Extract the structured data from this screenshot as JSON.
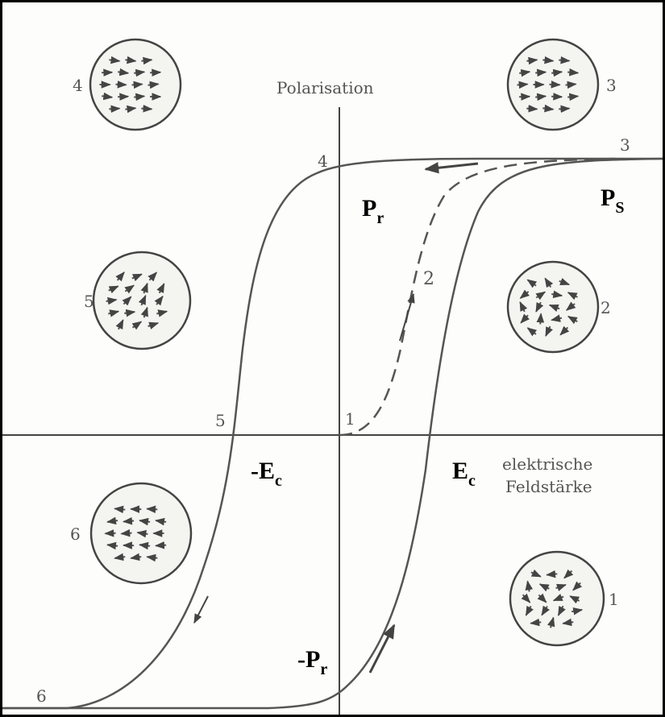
{
  "axes": {
    "y_label": "Polarisation",
    "x_label_line1": "elektrische",
    "x_label_line2": "Feldstärke"
  },
  "symbols": {
    "pr": {
      "main": "P",
      "sub": "r"
    },
    "ps": {
      "main": "P",
      "sub": "S"
    },
    "ec": {
      "main": "E",
      "sub": "c"
    },
    "neg_ec": {
      "main": "-E",
      "sub": "c"
    },
    "neg_pr": {
      "main": "-P",
      "sub": "r"
    }
  },
  "point_labels": {
    "p1": "1",
    "p2": "2",
    "p3": "3",
    "p4": "4",
    "p5": "5",
    "p6": "6"
  },
  "domain_labels": {
    "d1": "1",
    "d2": "2",
    "d3": "3",
    "d4": "4",
    "d5": "5",
    "d6": "6"
  },
  "domain_states": {
    "d1": "random",
    "d2": "partially-aligned",
    "d3": "aligned-right",
    "d4": "aligned-right",
    "d5": "partially-aligned",
    "d6": "aligned-left"
  },
  "colors": {
    "ink": "#555555",
    "labels": "#000000"
  }
}
